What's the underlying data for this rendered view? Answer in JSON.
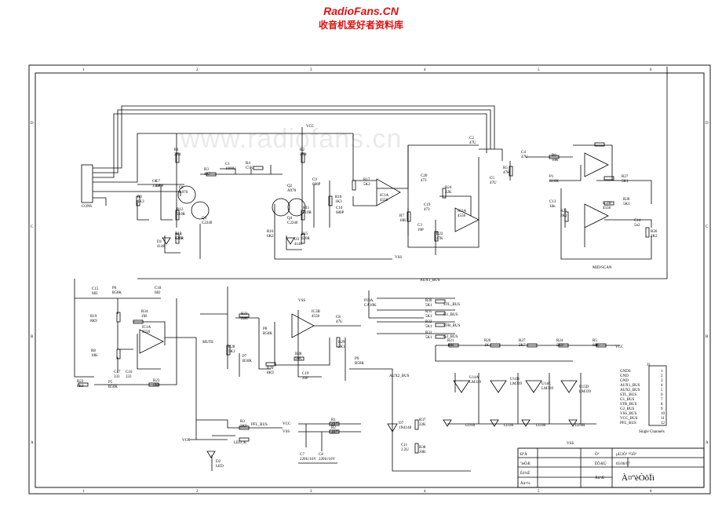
{
  "header": {
    "brand_en": "RadioFans.CN",
    "brand_zh": "收音机爱好者资料库"
  },
  "watermark": "www.radiofans.cn",
  "grid": {
    "columns": [
      "1",
      "2",
      "3",
      "4",
      "5",
      "6"
    ],
    "rows": [
      "D",
      "C",
      "B",
      "A"
    ]
  },
  "nets": {
    "vcc": "VCC",
    "vss": "VSS",
    "aux1_bus": "AUX1_BUS",
    "aux2_bus": "AUX2_BUS",
    "stl_bus": "STL_BUS",
    "g1_bus": "G1_BUS",
    "str_bus": "STR_BUS",
    "g2_bus": "G2_BUS",
    "pfl_bus": "PFL_BUS",
    "led_k": "LED_K",
    "mute": "MUTE",
    "mid_scan": "MID/SCAN",
    "con6": "CON6"
  },
  "components": [
    {
      "id": "r1",
      "ref": "R1",
      "value": "2K4"
    },
    {
      "id": "r2",
      "ref": "R2",
      "value": "2K4"
    },
    {
      "id": "r3",
      "ref": "R3",
      "value": "4R7"
    },
    {
      "id": "c1",
      "ref": "C1",
      "value": "1000U"
    },
    {
      "id": "r4",
      "ref": "R4",
      "value": "C5K"
    },
    {
      "id": "q1",
      "ref": "Q1",
      "value": "A970"
    },
    {
      "id": "q2",
      "ref": "Q2",
      "value": "A970"
    },
    {
      "id": "q3",
      "ref": "Q3",
      "value": "C2240"
    },
    {
      "id": "q4",
      "ref": "Q4",
      "value": "C2240"
    },
    {
      "id": "c6",
      "ref": "C6",
      "value": "330P"
    },
    {
      "id": "c7",
      "ref": "C7",
      "value": "330P"
    },
    {
      "id": "c9",
      "ref": "C9",
      "value": "680P"
    },
    {
      "id": "c10",
      "ref": "C10",
      "value": "680P"
    },
    {
      "id": "r9",
      "ref": "R9",
      "value": "1K3"
    },
    {
      "id": "r10",
      "ref": "R10",
      "value": "1K3"
    },
    {
      "id": "r11",
      "ref": "R11",
      "value": "510R"
    },
    {
      "id": "r12",
      "ref": "R12",
      "value": "510R"
    },
    {
      "id": "r13",
      "ref": "R13",
      "value": "620R"
    },
    {
      "id": "r14",
      "ref": "R14",
      "value": "620R"
    },
    {
      "id": "r15",
      "ref": "R15",
      "value": "620R"
    },
    {
      "id": "r16",
      "ref": "R16",
      "value": "6K2"
    },
    {
      "id": "d1",
      "ref": "D1",
      "value": "4148"
    },
    {
      "id": "d3",
      "ref": "D3",
      "value": "4148"
    },
    {
      "id": "c2",
      "ref": "C2",
      "value": "47U"
    },
    {
      "id": "c4",
      "ref": "C4",
      "value": "47U"
    },
    {
      "id": "c5",
      "ref": "C5",
      "value": "47U"
    },
    {
      "id": "r5",
      "ref": "R5",
      "value": "47K"
    },
    {
      "id": "r6",
      "ref": "R6",
      "value": "10K"
    },
    {
      "id": "r7",
      "ref": "R7",
      "value": "10K"
    },
    {
      "id": "r17",
      "ref": "R17",
      "value": "5K2"
    },
    {
      "id": "c20",
      "ref": "C20",
      "value": "473"
    },
    {
      "id": "c19",
      "ref": "C19",
      "value": "473"
    },
    {
      "id": "c3",
      "ref": "C3",
      "value": "10P"
    },
    {
      "id": "r24",
      "ref": "R24",
      "value": "22K"
    },
    {
      "id": "r22",
      "ref": "R22",
      "value": "47K"
    },
    {
      "id": "ic1a",
      "ref": "IC1A",
      "value": "4558"
    },
    {
      "id": "ic2a",
      "ref": "IC2A",
      "value": "4558"
    },
    {
      "id": "ic2b",
      "ref": "IC2B",
      "value": "4558"
    },
    {
      "id": "p1",
      "ref": "P1",
      "value": "B10K"
    },
    {
      "id": "r27",
      "ref": "R27",
      "value": "5K1"
    },
    {
      "id": "r25",
      "ref": "R25",
      "value": "2K2"
    },
    {
      "id": "c13",
      "ref": "C13",
      "value": "18n"
    },
    {
      "id": "c14",
      "ref": "C14",
      "value": "5n2"
    },
    {
      "id": "r30",
      "ref": "R30",
      "value": "5K1"
    },
    {
      "id": "r26",
      "ref": "R26",
      "value": "2K2"
    },
    {
      "id": "c15",
      "ref": "C15",
      "value": "682"
    },
    {
      "id": "c18",
      "ref": "C18",
      "value": "682"
    },
    {
      "id": "p6",
      "ref": "P6",
      "value": "B50K"
    },
    {
      "id": "r19",
      "ref": "R19",
      "value": "8K9"
    },
    {
      "id": "r34",
      "ref": "R34",
      "value": "1M"
    },
    {
      "id": "r8",
      "ref": "R8",
      "value": "10K"
    },
    {
      "id": "ic1b",
      "ref": "IC1A",
      "value": "4558"
    },
    {
      "id": "c17",
      "ref": "C17",
      "value": "333"
    },
    {
      "id": "c16",
      "ref": "C16",
      "value": "333"
    },
    {
      "id": "p5",
      "ref": "P5",
      "value": "B50K"
    },
    {
      "id": "r22b",
      "ref": "R22",
      "value": "6K8"
    },
    {
      "id": "r23",
      "ref": "R23",
      "value": "6K8"
    },
    {
      "id": "r33",
      "ref": "R33",
      "value": "22K"
    },
    {
      "id": "p8",
      "ref": "P8",
      "value": "B50K"
    },
    {
      "id": "r28",
      "ref": "R28",
      "value": "5K1"
    },
    {
      "id": "r20",
      "ref": "R20",
      "value": "8K9"
    },
    {
      "id": "p7",
      "ref": "P7",
      "value": "B50K"
    },
    {
      "id": "ic3b",
      "ref": "IC3B",
      "value": "4558"
    },
    {
      "id": "r38",
      "ref": "R38",
      "value": "56K"
    },
    {
      "id": "c19b",
      "ref": "C19",
      "value": "20P"
    },
    {
      "id": "c8",
      "ref": "C8",
      "value": "47U"
    },
    {
      "id": "r29",
      "ref": "R29",
      "value": "5K1"
    },
    {
      "id": "r36",
      "ref": "R36",
      "value": "5K1"
    },
    {
      "id": "r35",
      "ref": "R35",
      "value": "5K1"
    },
    {
      "id": "r32",
      "ref": "R32",
      "value": "5K1"
    },
    {
      "id": "r31",
      "ref": "R31",
      "value": "5K1"
    },
    {
      "id": "p10a",
      "ref": "P10A",
      "value": "CA10K"
    },
    {
      "id": "p9",
      "ref": "P9",
      "value": "B50K"
    },
    {
      "id": "r21",
      "ref": "R21",
      "value": "10R"
    },
    {
      "id": "r26b",
      "ref": "R26",
      "value": "1K"
    },
    {
      "id": "r27b",
      "ref": "R27",
      "value": "2K7"
    },
    {
      "id": "r24b",
      "ref": "R24",
      "value": "5K9"
    },
    {
      "id": "r5b",
      "ref": "R5",
      "value": "68K"
    },
    {
      "id": "u14a",
      "ref": "U14A",
      "value": "LM339"
    },
    {
      "id": "u14b",
      "ref": "U14B",
      "value": "LM339"
    },
    {
      "id": "u14c",
      "ref": "U14C",
      "value": "LM339"
    },
    {
      "id": "u15d",
      "ref": "U15D",
      "value": "LM339"
    },
    {
      "id": "d7",
      "ref": "D7",
      "value": "1N4148"
    },
    {
      "id": "c11",
      "ref": "C11",
      "value": "2.2U"
    },
    {
      "id": "r37",
      "ref": "R37",
      "value": "22K"
    },
    {
      "id": "r38b",
      "ref": "R38",
      "value": "20K"
    },
    {
      "id": "r3b",
      "ref": "R3",
      "value": "3K9"
    },
    {
      "id": "r1b",
      "ref": "R1",
      "value": "4R7"
    },
    {
      "id": "r2b",
      "ref": "R2",
      "value": "4R7"
    },
    {
      "id": "c7b",
      "ref": "C7",
      "value": "220U/16V"
    },
    {
      "id": "c8b",
      "ref": "C8",
      "value": "220U/16V"
    },
    {
      "id": "d2",
      "ref": "D2",
      "value": "LED"
    },
    {
      "id": "ld1",
      "ref": "LD1R",
      "value": ""
    },
    {
      "id": "ld2",
      "ref": "LD2R",
      "value": ""
    },
    {
      "id": "ld3",
      "ref": "LD3R",
      "value": ""
    },
    {
      "id": "ld4",
      "ref": "LD4R",
      "value": ""
    }
  ],
  "connector": {
    "ref": "J2",
    "pins": [
      "GNDS",
      "GND",
      "GND",
      "AUX1_BUS",
      "AUX2_BUS",
      "STL_BUS",
      "G1_BUS",
      "STR_BUS",
      "G2_BUS",
      "VSS_BUS",
      "VCC_BUS",
      "PFL_BUS"
    ],
    "numbers": [
      "1",
      "2",
      "3",
      "4",
      "5",
      "6",
      "7",
      "8",
      "9",
      "10",
      "11",
      "12"
    ],
    "caption": "Single Channels"
  },
  "title_block": {
    "labels": [
      "ÐºÅ",
      "ºæÖÆ",
      "Éó¼Ë",
      "Åú×¼"
    ],
    "sheet_label": "Ò³",
    "date_label": "ÈÕÆÚ",
    "page": "µÚ2Ò³ ¹²5Ò³",
    "date": "05/06/07",
    "name_label": "Ãû³Æ",
    "name": "À¤ºèÒôÏì"
  }
}
